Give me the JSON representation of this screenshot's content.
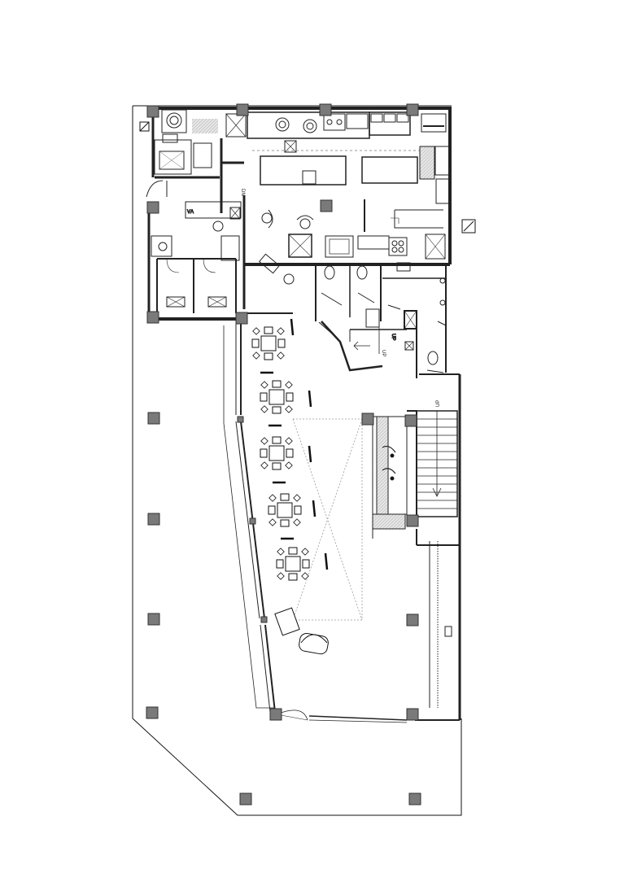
{
  "plan_labels": {
    "up_1": "UP",
    "up_2": "UP",
    "up_3": "UP",
    "dn_1": "DN",
    "va": "VΛ"
  },
  "colors": {
    "line": "#1a1a1a",
    "wall": "#3a3a3a",
    "column": "#7a7a7a",
    "hatch": "#d9d9d9",
    "dashed": "#9a9a9a"
  },
  "icons": [
    "north-arrow-icon",
    "column-icon",
    "table-set-icon",
    "chair-icon",
    "sink-icon",
    "toilet-icon",
    "stair-icon"
  ]
}
